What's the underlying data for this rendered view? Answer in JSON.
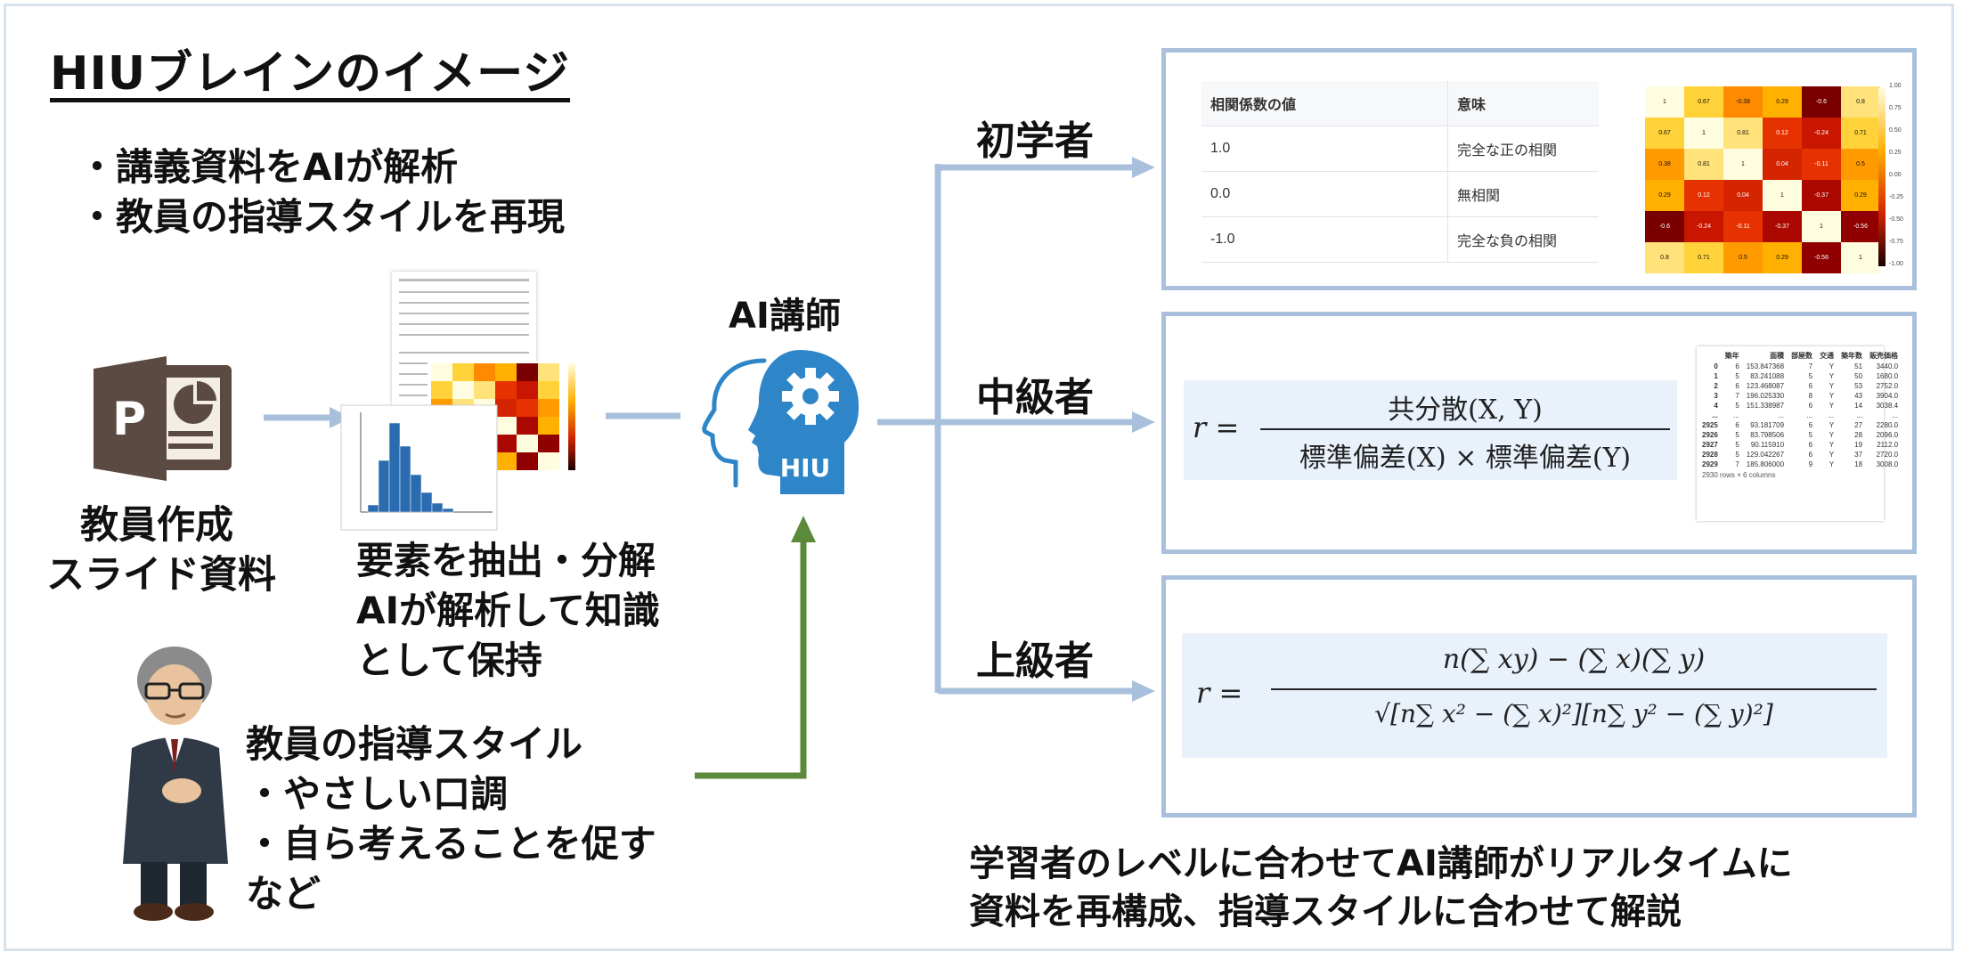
{
  "title": "HIUブレインのイメージ",
  "bullets": [
    "・講義資料をAIが解析",
    "・教員の指導スタイルを再現"
  ],
  "slides_label": [
    "教員作成",
    "スライド資料"
  ],
  "extract_label": [
    "要素を抽出・分解",
    "AIが解析して知識",
    "として保持"
  ],
  "style_label": [
    "教員の指導スタイル",
    "・やさしい口調",
    "・自ら考えることを促す",
    "など"
  ],
  "ai_label": "AI講師",
  "ai_badge": "HIU",
  "ppt_letter": "P",
  "levels": {
    "beginner": "初学者",
    "intermediate": "中級者",
    "advanced": "上級者"
  },
  "corr_table": {
    "headers": [
      "相関係数の値",
      "意味"
    ],
    "rows": [
      [
        "1.0",
        "完全な正の相関"
      ],
      [
        "0.0",
        "無相関"
      ],
      [
        "-1.0",
        "完全な負の相関"
      ]
    ]
  },
  "heatmap": {
    "values": [
      [
        "1",
        "0.67",
        "-0.38",
        "0.29",
        "-0.6",
        "0.8"
      ],
      [
        "0.67",
        "1",
        "0.81",
        "0.12",
        "-0.24",
        "0.71"
      ],
      [
        "0.38",
        "0.81",
        "1",
        "0.04",
        "-0.11",
        "0.5"
      ],
      [
        "0.29",
        "0.12",
        "0.04",
        "1",
        "-0.37",
        "0.29"
      ],
      [
        "-0.6",
        "-0.24",
        "-0.11",
        "-0.37",
        "1",
        "-0.56"
      ],
      [
        "0.8",
        "0.71",
        "0.5",
        "0.29",
        "-0.56",
        "1"
      ]
    ],
    "colors": [
      [
        "#fffde0",
        "#ffd23a",
        "#ff8a00",
        "#ffb000",
        "#7a0000",
        "#ffe27a"
      ],
      [
        "#ffd23a",
        "#fffde0",
        "#ffe27a",
        "#e63200",
        "#c81600",
        "#ffd23a"
      ],
      [
        "#ff9a00",
        "#ffe27a",
        "#fffde0",
        "#d42400",
        "#e63200",
        "#ff9a00"
      ],
      [
        "#ffb000",
        "#e63200",
        "#d42400",
        "#fffde0",
        "#aa0800",
        "#ffb000"
      ],
      [
        "#7a0000",
        "#c81600",
        "#e63200",
        "#aa0800",
        "#fffde0",
        "#900000"
      ],
      [
        "#ffe27a",
        "#ffd23a",
        "#ff9a00",
        "#ffb000",
        "#900000",
        "#fffde0"
      ]
    ],
    "colorbar_ticks": [
      "1.00",
      "0.75",
      "0.50",
      "0.25",
      "0.00",
      "-0.25",
      "-0.50",
      "-0.75",
      "-1.00"
    ]
  },
  "data_table": {
    "headers": [
      "",
      "築年",
      "面積",
      "部屋数",
      "交通",
      "築年数",
      "販売価格"
    ],
    "rows": [
      [
        "0",
        "6",
        "153.847368",
        "7",
        "Y",
        "51",
        "3440.0"
      ],
      [
        "1",
        "5",
        "83.241088",
        "5",
        "Y",
        "50",
        "1680.0"
      ],
      [
        "2",
        "6",
        "123.468087",
        "6",
        "Y",
        "53",
        "2752.0"
      ],
      [
        "3",
        "7",
        "196.025330",
        "8",
        "Y",
        "43",
        "3904.0"
      ],
      [
        "4",
        "5",
        "151.338987",
        "6",
        "Y",
        "14",
        "3038.4"
      ],
      [
        "...",
        "...",
        "...",
        "...",
        "...",
        "...",
        "..."
      ],
      [
        "2925",
        "6",
        "93.181709",
        "6",
        "Y",
        "27",
        "2280.0"
      ],
      [
        "2926",
        "5",
        "83.798506",
        "5",
        "Y",
        "28",
        "2096.0"
      ],
      [
        "2927",
        "5",
        "90.115910",
        "6",
        "Y",
        "19",
        "2112.0"
      ],
      [
        "2928",
        "5",
        "129.042267",
        "6",
        "Y",
        "37",
        "2720.0"
      ],
      [
        "2929",
        "7",
        "185.806000",
        "9",
        "Y",
        "18",
        "3008.0"
      ]
    ],
    "footer": "2930 rows × 6 columns"
  },
  "formula_mid": {
    "lhs": "r =",
    "num": "共分散(X, Y)",
    "den": "標準偏差(X) × 標準偏差(Y)"
  },
  "formula_adv": {
    "lhs": "r =",
    "num": "n(∑ xy) − (∑ x)(∑ y)",
    "den": "√[n∑ x² − (∑ x)²][n∑ y² − (∑ y)²]"
  },
  "bottom_caption": [
    "学習者のレベルに合わせてAI講師がリアルタイムに",
    "資料を再構成、指導スタイルに合わせて解説"
  ],
  "colors": {
    "arrow_blue": "#a9c0dc",
    "arrow_green": "#5a8a3a",
    "ai_blue": "#2e86c8",
    "ppt": "#5a4a42"
  }
}
